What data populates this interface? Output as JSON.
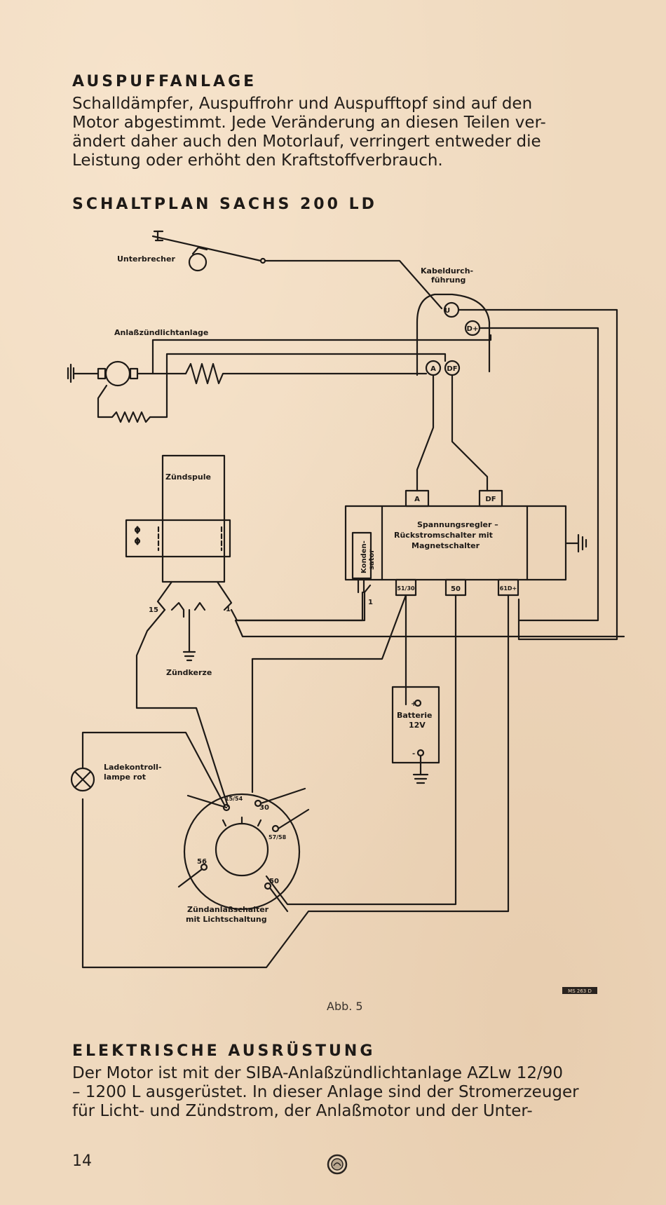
{
  "sections": {
    "auspuff": {
      "heading": "AUSPUFFANLAGE",
      "lines": [
        "Schalldämpfer, Auspuffrohr und Auspufftopf sind auf den",
        "Motor abgestimmt. Jede Veränderung an diesen Teilen ver-",
        "ändert daher auch den Motorlauf, verringert entweder die",
        "Leistung oder erhöht den Kraftstoffverbrauch."
      ]
    },
    "schaltplan": {
      "heading": "SCHALTPLAN SACHS 200 LD"
    },
    "elektrik": {
      "heading": "ELEKTRISCHE AUSRÜSTUNG",
      "lines": [
        "Der Motor ist mit der SIBA-Anlaßzündlichtanlage AZLw 12/90",
        "– 1200 L ausgerüstet. In dieser Anlage sind der Stromerzeuger",
        "für Licht- und Zündstrom, der Anlaßmotor und der Unter-"
      ]
    }
  },
  "diagram": {
    "labels": {
      "unterbrecher": "Unterbrecher",
      "kabeldurchfuehrung_1": "Kabeldurch-",
      "kabeldurchfuehrung_2": "führung",
      "anlasszuendlichtanlage": "Anlaßzündlichtanlage",
      "zuendspule": "Zündspule",
      "spannungsregler_1": "Spannungsregler –",
      "spannungsregler_2": "Rückstromschalter mit",
      "spannungsregler_3": "Magnetschalter",
      "kondensator_1": "Konden-",
      "kondensator_2": "sator",
      "zuendkerze": "Zündkerze",
      "batterie_1": "Batterie",
      "batterie_2": "12V",
      "ladekontroll_1": "Ladekontroll-",
      "ladekontroll_2": "lampe rot",
      "zuendanlass_1": "Zündanlaßschalter",
      "zuendanlass_2": "mit Lichtschaltung"
    },
    "terminals": {
      "u": "U",
      "d_plus": "D+",
      "a": "A",
      "df": "DF",
      "box_a": "A",
      "box_df": "DF",
      "t5130": "51/30",
      "t50": "50",
      "t61d": "61D+",
      "cond_1": "1",
      "coil_15": "15",
      "coil_1": "1",
      "bat_plus": "+",
      "bat_minus": "-",
      "sw_1554": "15/54",
      "sw_30": "30",
      "sw_5758": "57/58",
      "sw_56": "56",
      "sw_50": "50"
    },
    "stamp": "MS 263 D"
  },
  "caption": "Abb. 5",
  "page_number": "14",
  "colors": {
    "paper": "#efd9be",
    "ink": "#1e1a17"
  }
}
